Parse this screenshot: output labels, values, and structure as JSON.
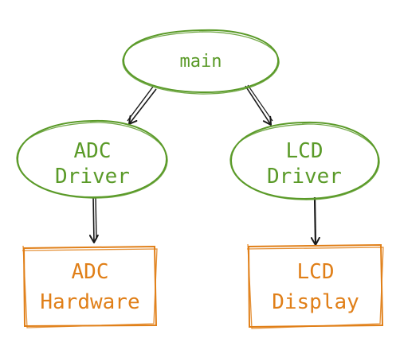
{
  "colors": {
    "software": "#5a9a28",
    "hardware": "#e07f18",
    "arrow": "#1a1a1a",
    "background": "#ffffff"
  },
  "nodes": {
    "main": {
      "label": "main",
      "shape": "ellipse"
    },
    "adc_driver": {
      "line1": "ADC",
      "line2": "Driver",
      "shape": "ellipse"
    },
    "lcd_driver": {
      "line1": "LCD",
      "line2": "Driver",
      "shape": "ellipse"
    },
    "adc_hardware": {
      "line1": "ADC",
      "line2": "Hardware",
      "shape": "rectangle"
    },
    "lcd_display": {
      "line1": "LCD",
      "line2": "Display",
      "shape": "rectangle"
    }
  },
  "edges": [
    {
      "from": "main",
      "to": "adc_driver"
    },
    {
      "from": "main",
      "to": "lcd_driver"
    },
    {
      "from": "adc_driver",
      "to": "adc_hardware"
    },
    {
      "from": "lcd_driver",
      "to": "lcd_display"
    }
  ]
}
